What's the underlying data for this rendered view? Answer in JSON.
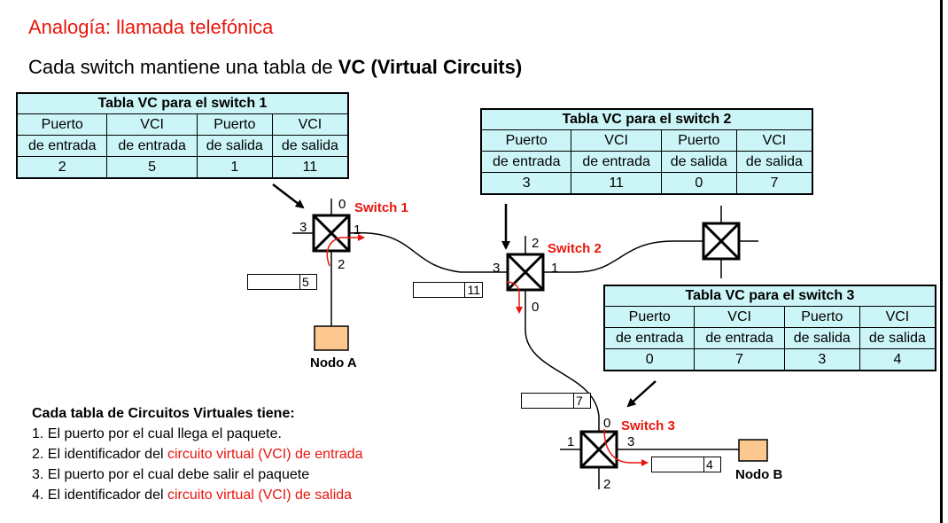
{
  "title": "Analogía: llamada telefónica",
  "subtitle": {
    "prefix": "Cada switch mantiene una tabla de ",
    "bold": "VC (Virtual Circuits)"
  },
  "tables": [
    {
      "title": "Tabla VC para el switch 1",
      "head1": [
        "Puerto",
        "VCI",
        "Puerto",
        "VCI"
      ],
      "head2": [
        "de entrada",
        "de entrada",
        "de salida",
        "de salida"
      ],
      "row": [
        "2",
        "5",
        "1",
        "11"
      ]
    },
    {
      "title": "Tabla VC para el switch 2",
      "head1": [
        "Puerto",
        "VCI",
        "Puerto",
        "VCI"
      ],
      "head2": [
        "de entrada",
        "de entrada",
        "de salida",
        "de salida"
      ],
      "row": [
        "3",
        "11",
        "0",
        "7"
      ]
    },
    {
      "title": "Tabla VC para el switch 3",
      "head1": [
        "Puerto",
        "VCI",
        "Puerto",
        "VCI"
      ],
      "head2": [
        "de entrada",
        "de entrada",
        "de salida",
        "de salida"
      ],
      "row": [
        "0",
        "7",
        "3",
        "4"
      ]
    }
  ],
  "switches": {
    "s1": {
      "label": "Switch 1",
      "ports": [
        "0",
        "1",
        "2",
        "3"
      ]
    },
    "s2": {
      "label": "Switch 2",
      "ports": [
        "2",
        "1",
        "3",
        "0"
      ]
    },
    "s3": {
      "label": "Switch 3",
      "ports": [
        "0",
        "1",
        "3",
        "2"
      ]
    }
  },
  "packets": {
    "p1": "5",
    "p2": "11",
    "p3": "7",
    "p4": "4"
  },
  "nodes": {
    "a": "Nodo A",
    "b": "Nodo B"
  },
  "explanation": {
    "heading": "Cada tabla de Circuitos Virtuales tiene:",
    "item1": "1. El puerto por el cual llega el paquete.",
    "item2_pre": "2. El identificador del ",
    "item2_red": "circuito virtual (VCI) de entrada",
    "item3": "3. El puerto por el cual debe salir el paquete",
    "item4_pre": "4. El identificador del ",
    "item4_red": "circuito virtual (VCI) de salida"
  },
  "colors": {
    "accent_red": "#e8150c",
    "table_fill": "#ccf5f7",
    "node_fill": "#fcc890"
  }
}
